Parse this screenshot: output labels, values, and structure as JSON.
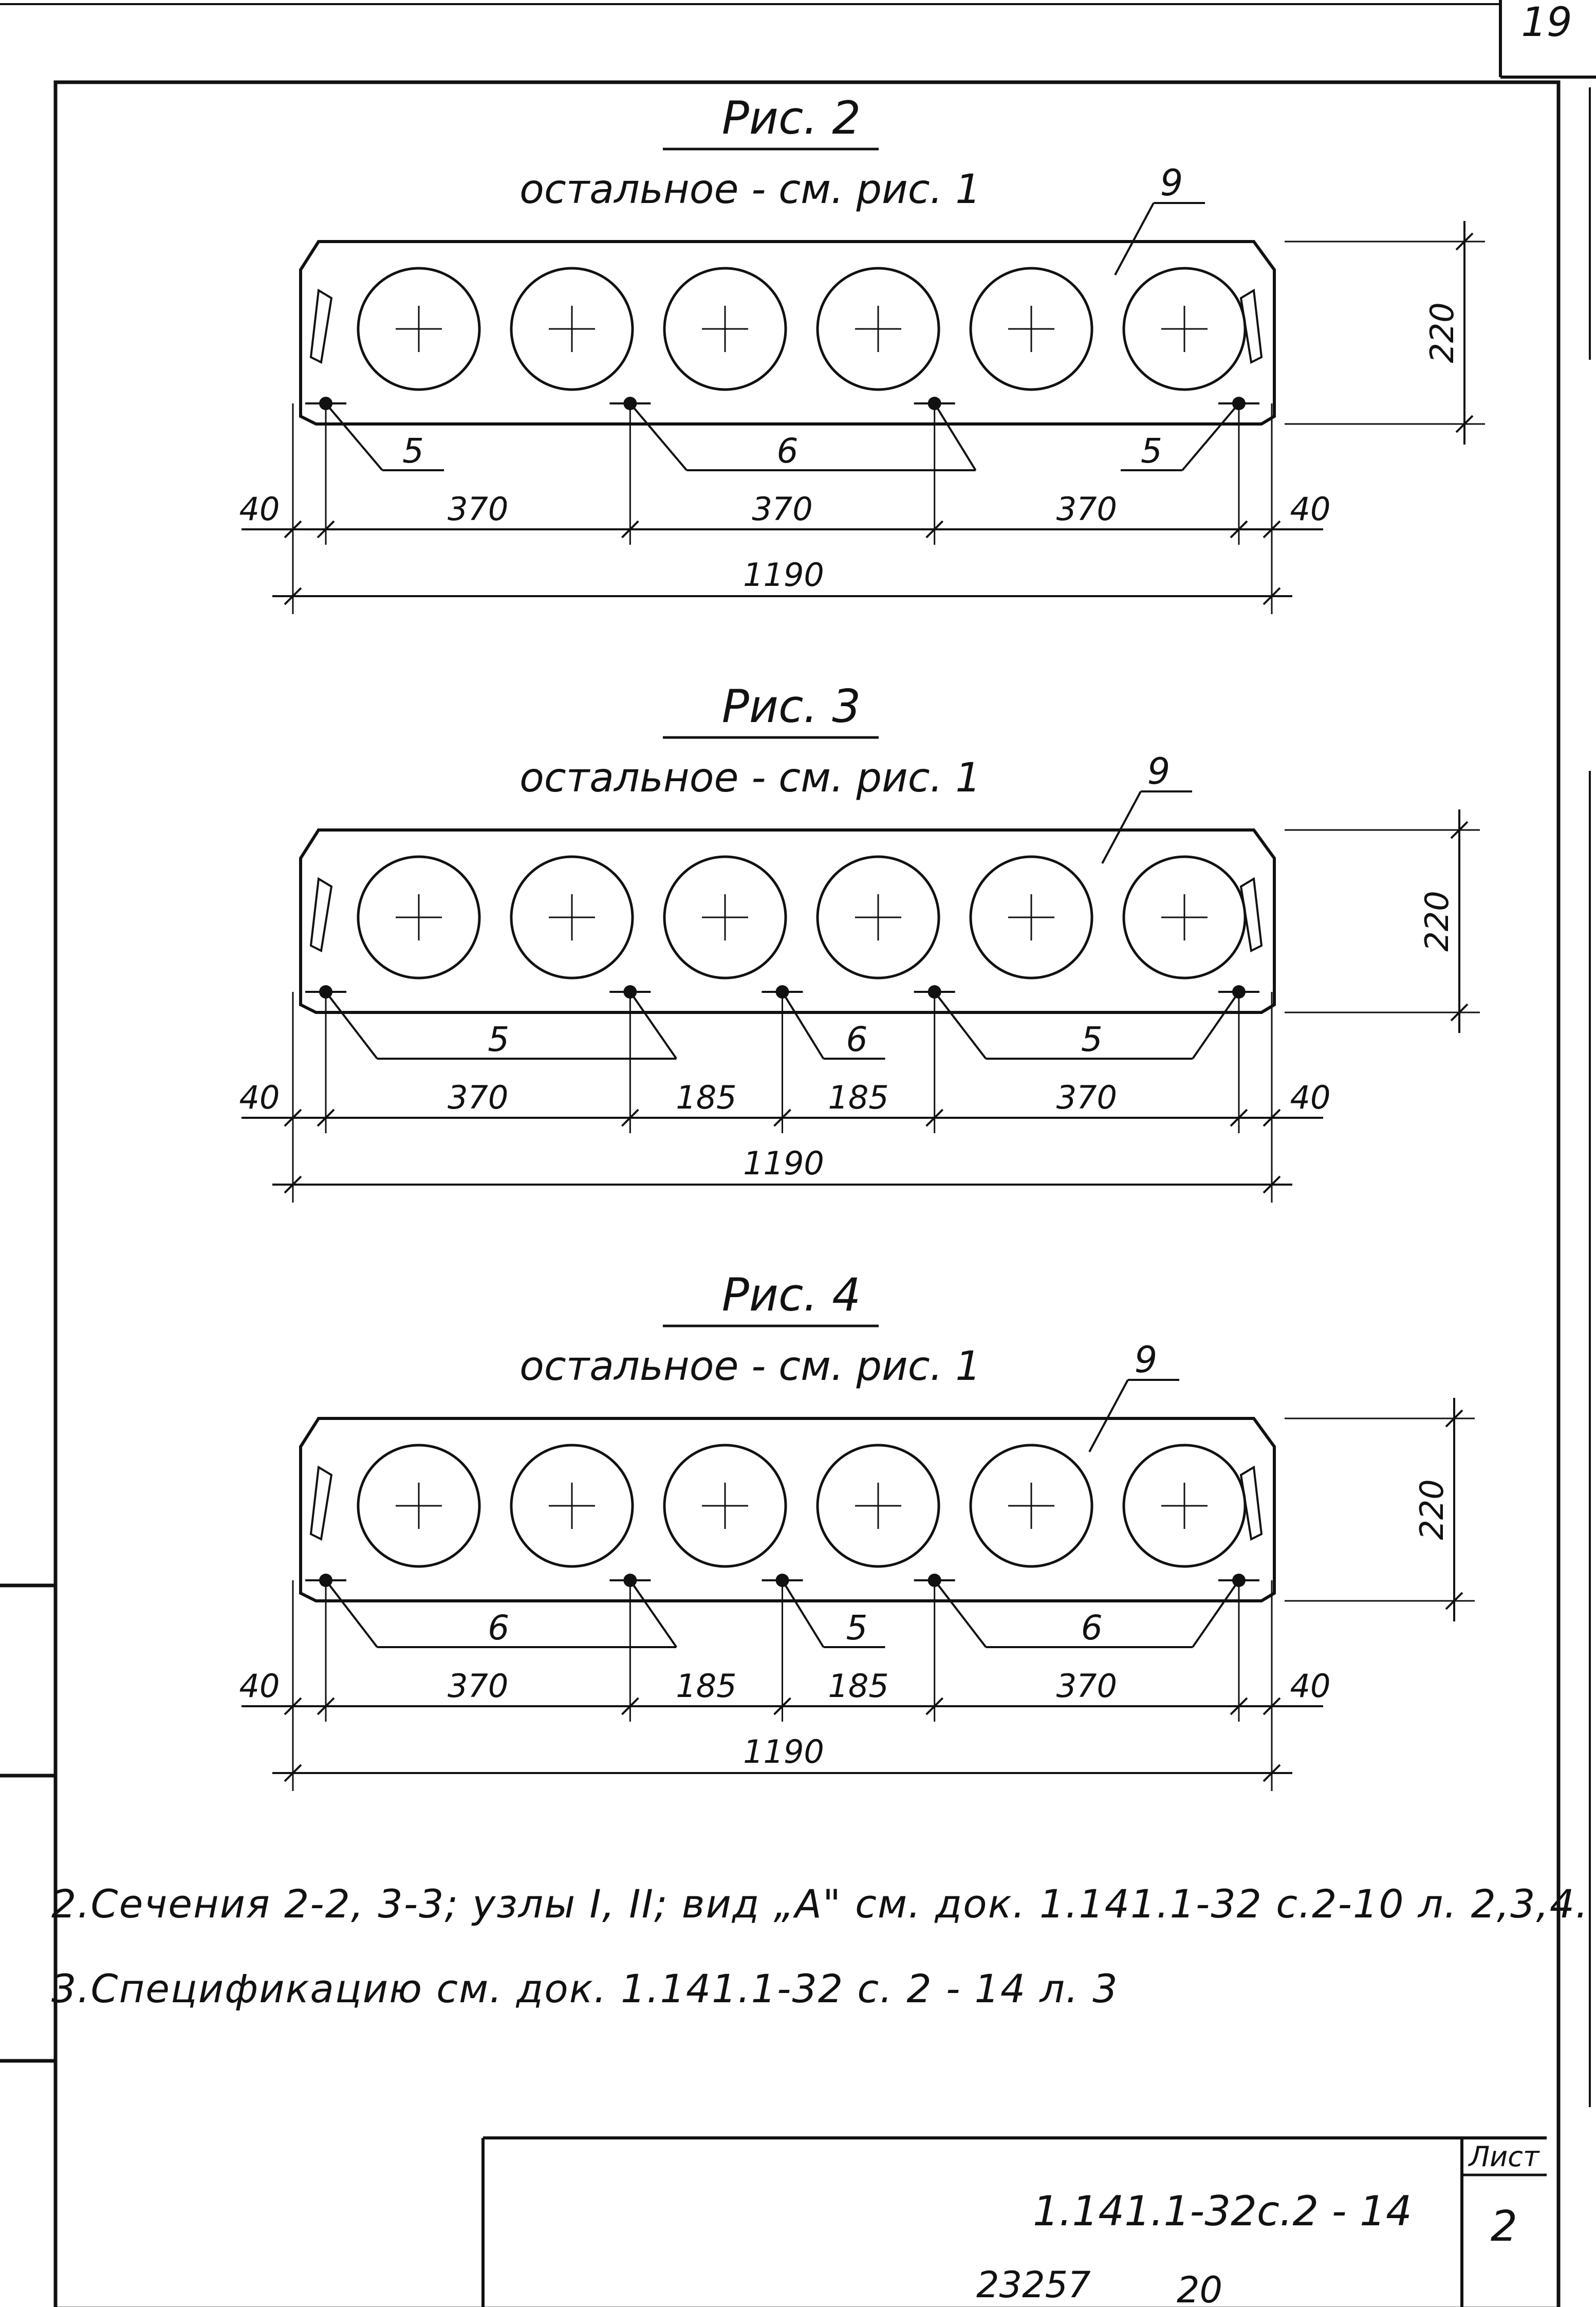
{
  "page_number": "19",
  "figures": [
    {
      "title": "Рис. 2",
      "subtitle": "остальное - см. рис. 1",
      "label_top": "9",
      "height_dim": "220",
      "callouts": [
        "5",
        "6",
        "5"
      ],
      "dims_bottom": [
        "40",
        "370",
        "370",
        "370",
        "40"
      ],
      "total": "1190"
    },
    {
      "title": "Рис. 3",
      "subtitle": "остальное - см. рис. 1",
      "label_top": "9",
      "height_dim": "220",
      "callouts": [
        "5",
        "6",
        "5"
      ],
      "dims_bottom": [
        "40",
        "370",
        "185",
        "185",
        "370",
        "40"
      ],
      "total": "1190"
    },
    {
      "title": "Рис. 4",
      "subtitle": "остальное - см. рис. 1",
      "label_top": "9",
      "height_dim": "220",
      "callouts": [
        "6",
        "5",
        "6"
      ],
      "dims_bottom": [
        "40",
        "370",
        "185",
        "185",
        "370",
        "40"
      ],
      "total": "1190"
    }
  ],
  "notes": [
    "2.Сечения 2-2, 3-3; узлы I, II; вид „А\" см. док. 1.141.1-32 с.2-10 л. 2,3,4.",
    "3.Спецификацию см. док. 1.141.1-32 с. 2 - 14 л. 3"
  ],
  "title_block": {
    "doc_code": "1.141.1-32с.2 - 14",
    "sheet_label": "Лист",
    "sheet_number": "2"
  },
  "footer": {
    "number_1": "23257",
    "number_2": "20"
  }
}
